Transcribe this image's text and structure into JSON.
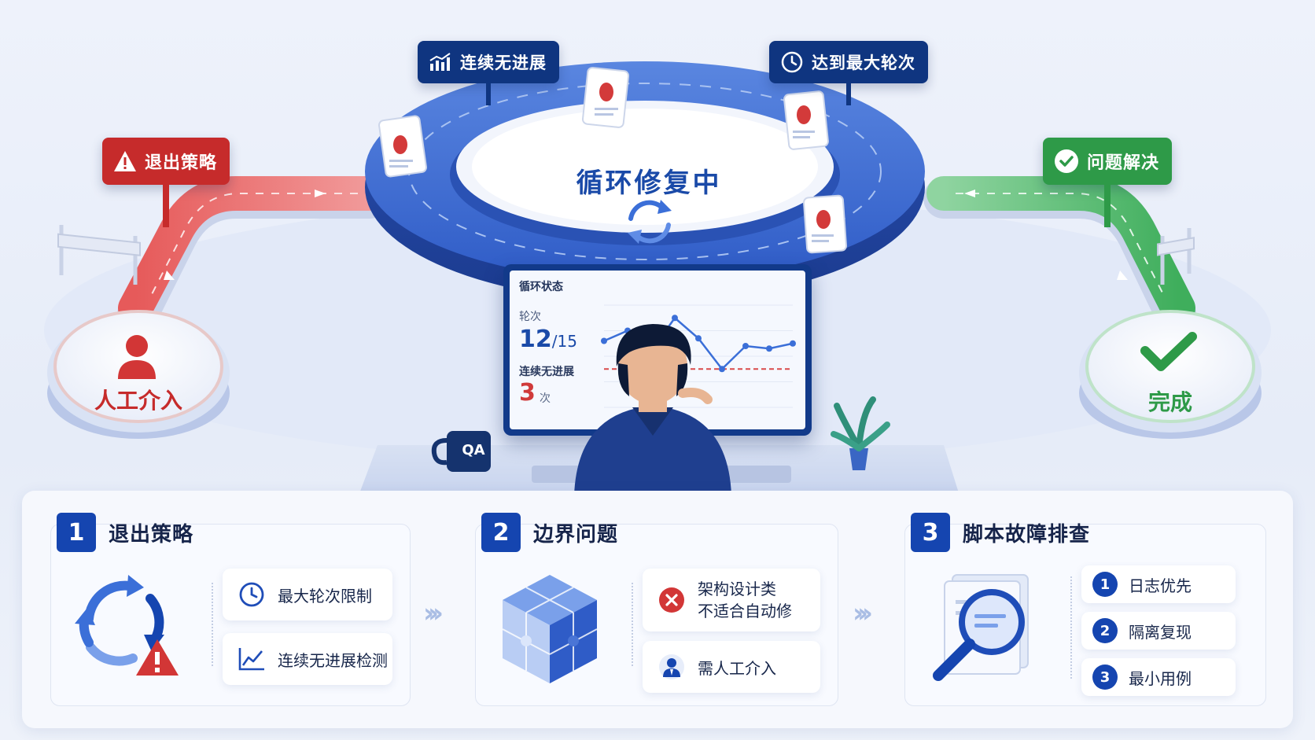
{
  "scene": {
    "center_title": "循环修复中",
    "flags": {
      "exit_strategy": "退出策略",
      "no_progress": "连续无进展",
      "max_rounds": "达到最大轮次",
      "resolved": "问题解决"
    },
    "terminals": {
      "manual": "人工介入",
      "done": "完成"
    },
    "mug_label": "QA",
    "monitor": {
      "title": "循环状态",
      "round_label": "轮次",
      "round_value": "12",
      "round_total": "/15",
      "no_progress_label": "连续无进展",
      "no_progress_value": "3",
      "no_progress_unit": "次"
    }
  },
  "chart_data": {
    "type": "line",
    "series": [
      {
        "values": [
          52,
          60,
          44,
          70,
          54,
          30,
          48,
          46,
          50
        ]
      }
    ],
    "threshold": 30,
    "colors": {
      "line": "#3b6fd8",
      "threshold": "#d94a4a"
    }
  },
  "panel": {
    "sections": [
      {
        "number": "1",
        "title": "退出策略",
        "items": [
          {
            "label": "最大轮次限制",
            "icon": "clock-icon"
          },
          {
            "label": "连续无进展检测",
            "icon": "trend-chart-icon"
          }
        ]
      },
      {
        "number": "2",
        "title": "边界问题",
        "items": [
          {
            "label_line1": "架构设计类",
            "label_line2": "不适合自动修",
            "icon": "x-circle-icon"
          },
          {
            "label": "需人工介入",
            "icon": "person-icon"
          }
        ]
      },
      {
        "number": "3",
        "title": "脚本故障排查",
        "steps": [
          {
            "num": "1",
            "label": "日志优先"
          },
          {
            "num": "2",
            "label": "隔离复现"
          },
          {
            "num": "3",
            "label": "最小用例"
          }
        ]
      }
    ]
  },
  "colors": {
    "primary_blue": "#1545b0",
    "alert_red": "#c62b2b",
    "success_green": "#2e9a48",
    "navy": "#0f3580"
  }
}
